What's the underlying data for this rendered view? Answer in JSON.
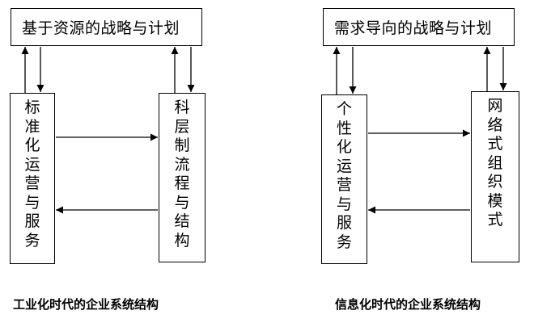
{
  "left": {
    "top_box": "基于资源的战略与计划",
    "column_a": "标准化运营与服务",
    "column_b": "科层制流程与结构",
    "caption": "工业化时代的企业系统结构"
  },
  "right": {
    "top_box": "需求导向的战略与计划",
    "column_a": "个性化运营与服务",
    "column_b": "网络式组织模式",
    "caption": "信息化时代的企业系统结构"
  },
  "colors": {
    "line": "#000000",
    "background": "#ffffff"
  }
}
